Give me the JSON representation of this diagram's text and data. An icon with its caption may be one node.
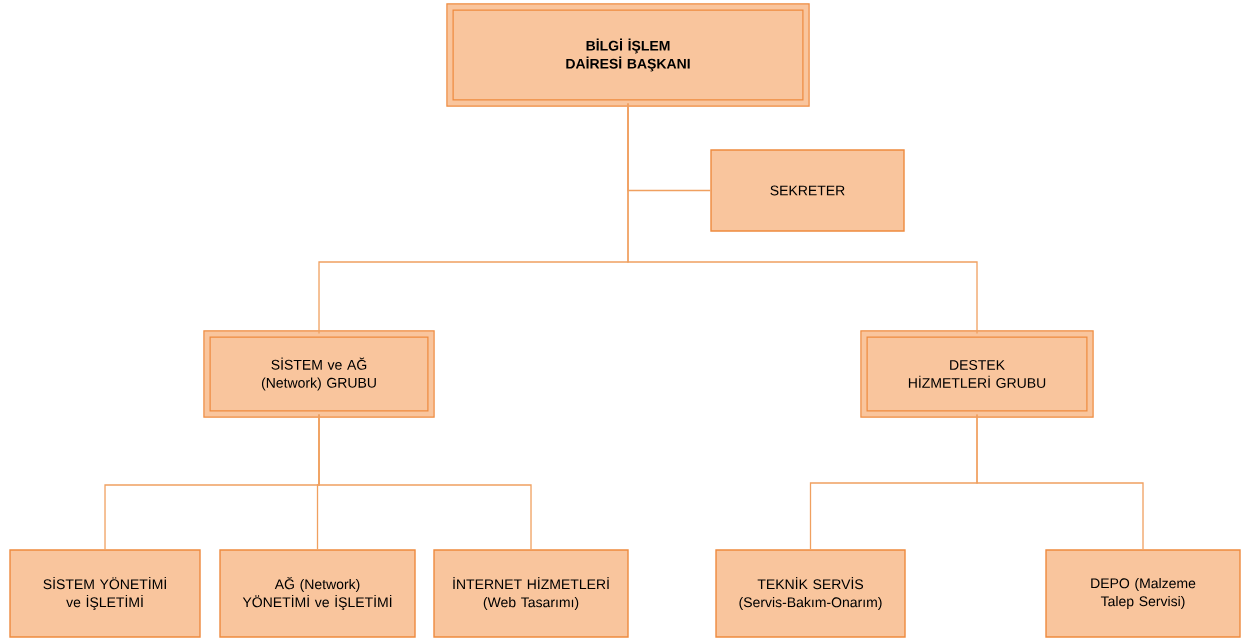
{
  "diagram": {
    "nodes": [
      {
        "text": [
          "BİLGİ İŞLEM DAİRESİ BAŞKANI"
        ]
      },
      {
        "text": [
          "SEKRETER"
        ]
      },
      {
        "text": [
          "SİSTEM ve AĞ (Network) GRUBU"
        ]
      },
      {
        "text": [
          "DESTEK HİZMETLERİ GRUBU"
        ]
      },
      {
        "text": [
          "SİSTEM YÖNETİMİ ve İŞLETİMİ"
        ]
      },
      {
        "text": [
          "AĞ (Network) YÖNETİMİ ve İŞLETİMİ"
        ]
      },
      {
        "text": [
          "İNTERNET HİZMETLERİ (Web Tasarımı)"
        ]
      },
      {
        "text": [
          "TEKNİK SERVİS (Servis-Bakım-Onarım)"
        ]
      },
      {
        "text": [
          "DEPO (Malzeme Talep Servisi)"
        ]
      }
    ],
    "edges": [
      {
        "from": 0,
        "to": 1,
        "arrow": "none"
      },
      {
        "from": 0,
        "to": 2,
        "arrow": "none"
      },
      {
        "from": 0,
        "to": 3,
        "arrow": "none"
      },
      {
        "from": 2,
        "to": 4,
        "arrow": "none"
      },
      {
        "from": 2,
        "to": 5,
        "arrow": "none"
      },
      {
        "from": 2,
        "to": 6,
        "arrow": "none"
      },
      {
        "from": 3,
        "to": 7,
        "arrow": "none"
      },
      {
        "from": 3,
        "to": 8,
        "arrow": "none"
      }
    ]
  }
}
